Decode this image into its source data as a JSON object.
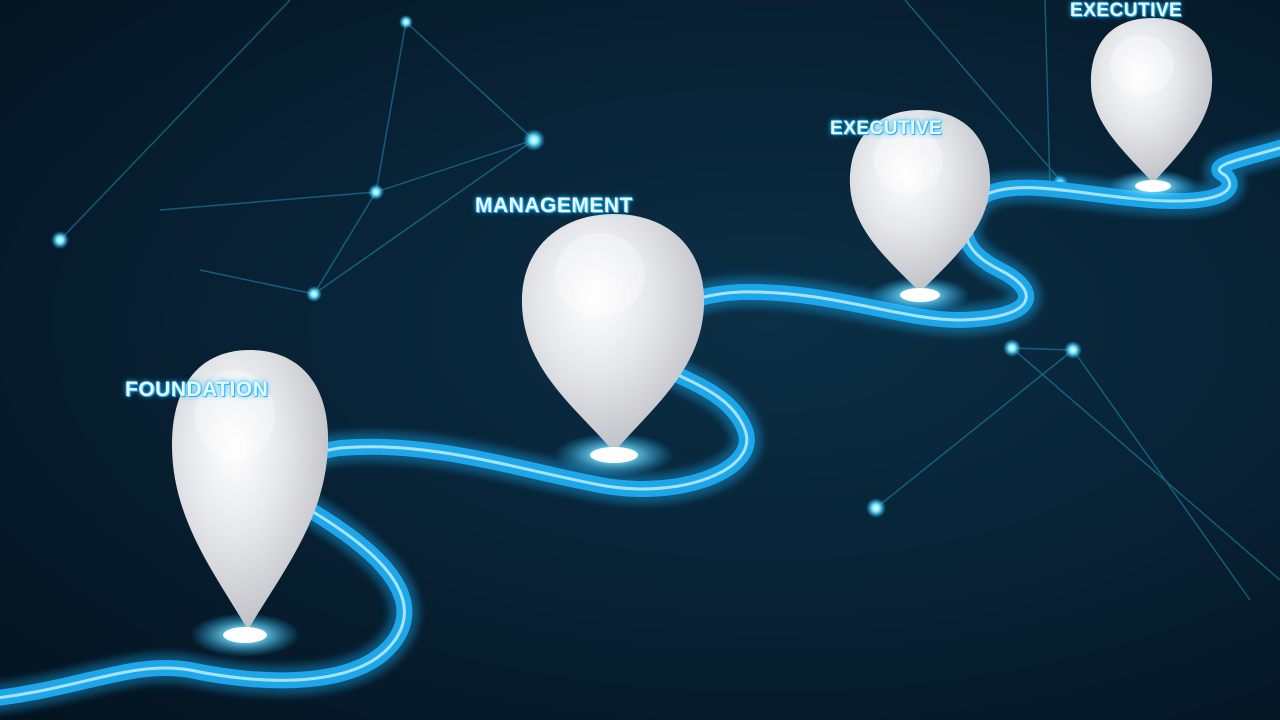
{
  "colors": {
    "background": "#082438",
    "path_glow": "#1fb8ff",
    "path_core": "#bfefff",
    "pin_fill": "#e8e8ec",
    "network_node": "#2fd0ff",
    "label_text": "#eaf8ff"
  },
  "milestones": [
    {
      "label": "FOUNDATION",
      "icon": "location-pin-icon"
    },
    {
      "label": "MANAGEMENT",
      "icon": "location-pin-icon"
    },
    {
      "label": "EXECUTIVE",
      "icon": "location-pin-icon"
    },
    {
      "label": "EXECUTIVE",
      "icon": "location-pin-icon"
    }
  ]
}
